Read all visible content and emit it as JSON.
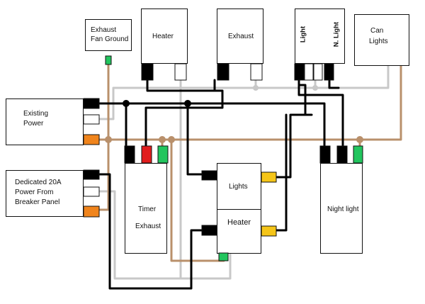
{
  "components": {
    "exhaust_fan_ground": [
      "Exhaust",
      "Fan Ground"
    ],
    "heater_top": "Heater",
    "exhaust_top": "Exhaust",
    "light_a": "Light",
    "light_b": "N. Light",
    "can_lights": [
      "Can",
      "Lights"
    ],
    "existing_power": [
      "Existing",
      "Power"
    ],
    "dedicated_power": [
      "Dedicated 20A",
      "Power From",
      "Breaker Panel"
    ],
    "timer": "Timer",
    "timer_exhaust": "Exhaust",
    "switch_lights": "Lights",
    "switch_heater": "Heater",
    "night_light": "Night light"
  },
  "colors": {
    "hot": "#000000",
    "neutral": "#c8c8c8",
    "ground": "#b9906b",
    "ground_terminal": "#22c55e",
    "line_terminal": "#f0841c",
    "load_terminal": "#f5c518",
    "red_terminal": "#e11d1d"
  }
}
